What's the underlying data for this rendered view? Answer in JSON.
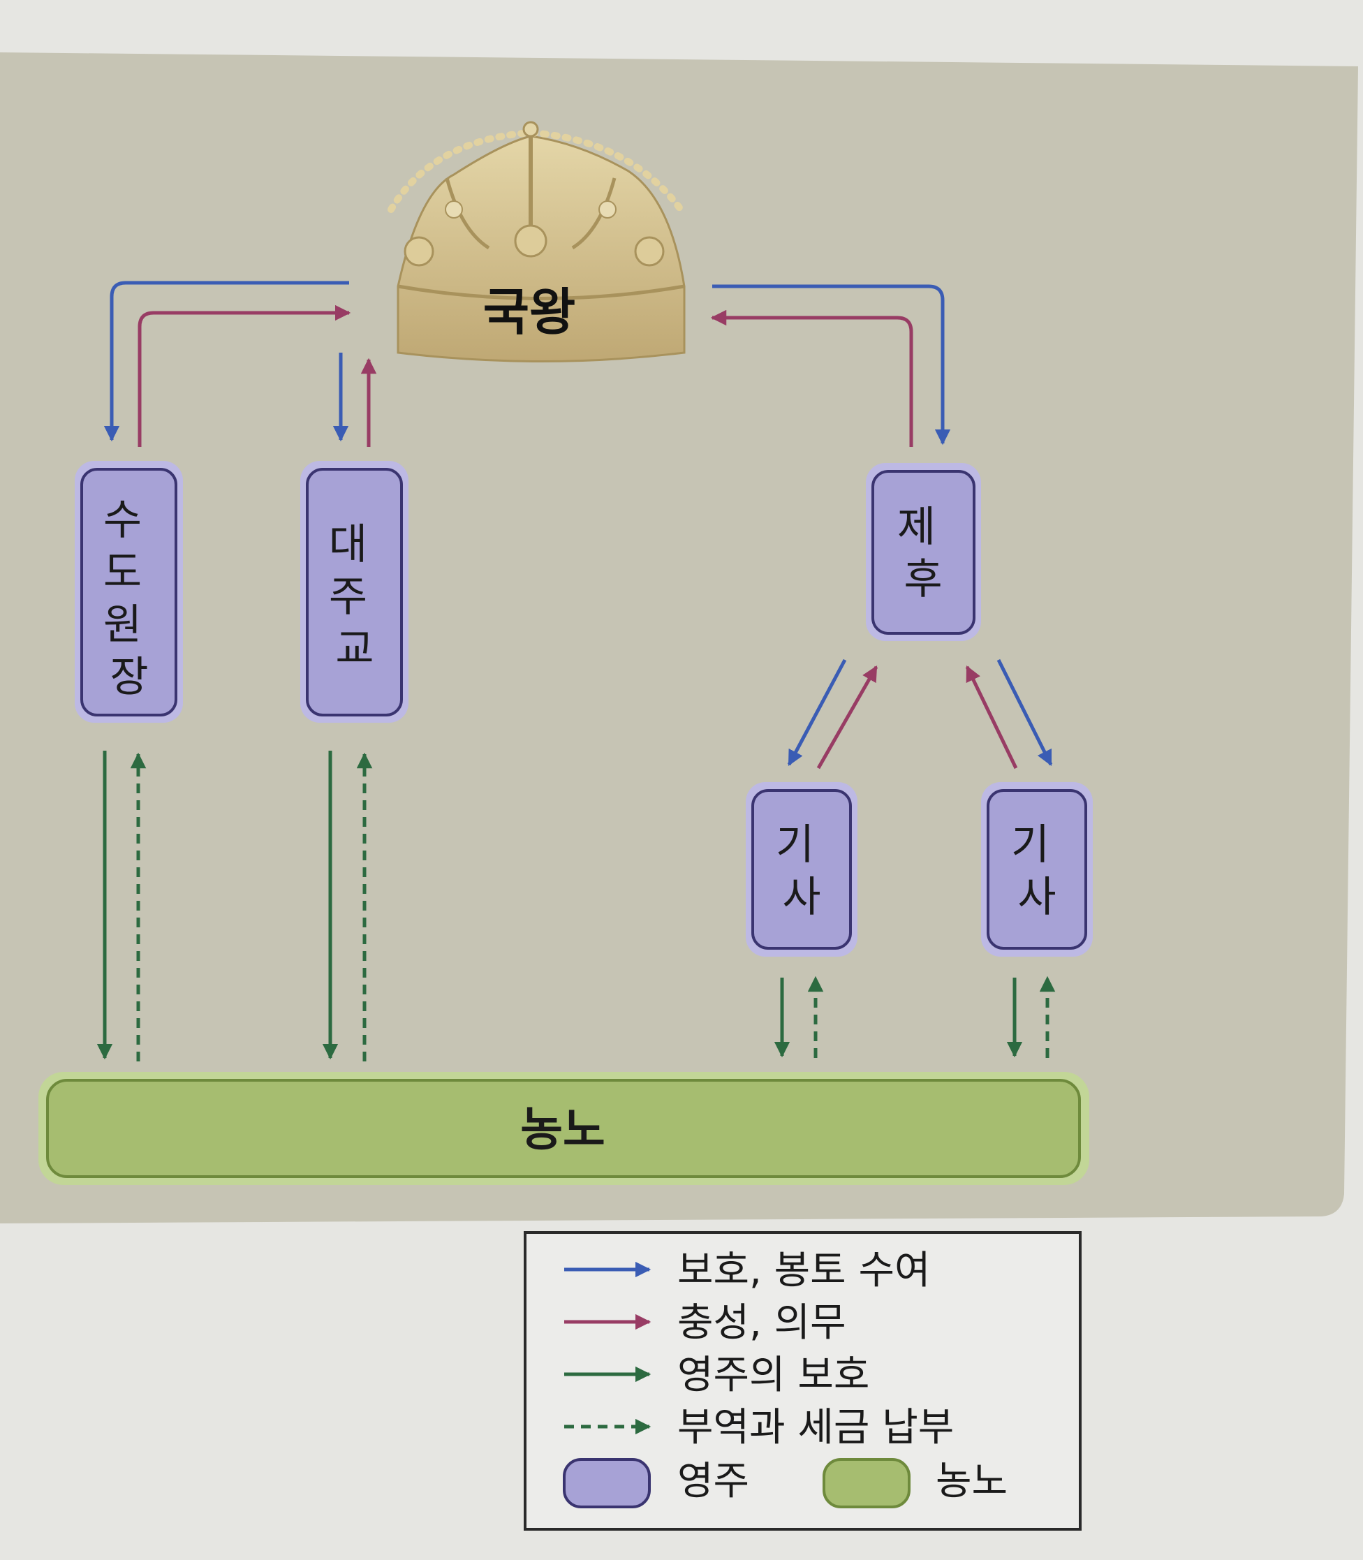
{
  "nodes": {
    "king": "국왕",
    "abbot": [
      "수",
      "도",
      "원",
      "장"
    ],
    "bishop": [
      "대",
      "주",
      "교"
    ],
    "lord": [
      "제",
      "후"
    ],
    "knight_left": [
      "기",
      "사"
    ],
    "knight_right": [
      "기",
      "사"
    ],
    "serfs": "농노"
  },
  "legend": {
    "protection_fief": "보호, 봉토 수여",
    "loyalty_duty": "충성, 의무",
    "lord_protection": "영주의 보호",
    "labor_tax": "부역과 세금 납부",
    "lord": "영주",
    "serf": "농노"
  },
  "colors": {
    "blue": "#3a5cb4",
    "red": "#983c64",
    "green": "#2c6a40",
    "lord_fill": "#a7a2d6",
    "serf_fill": "#a6bd70",
    "crown": "#d2bf8c",
    "background": "#c6c4b4"
  }
}
